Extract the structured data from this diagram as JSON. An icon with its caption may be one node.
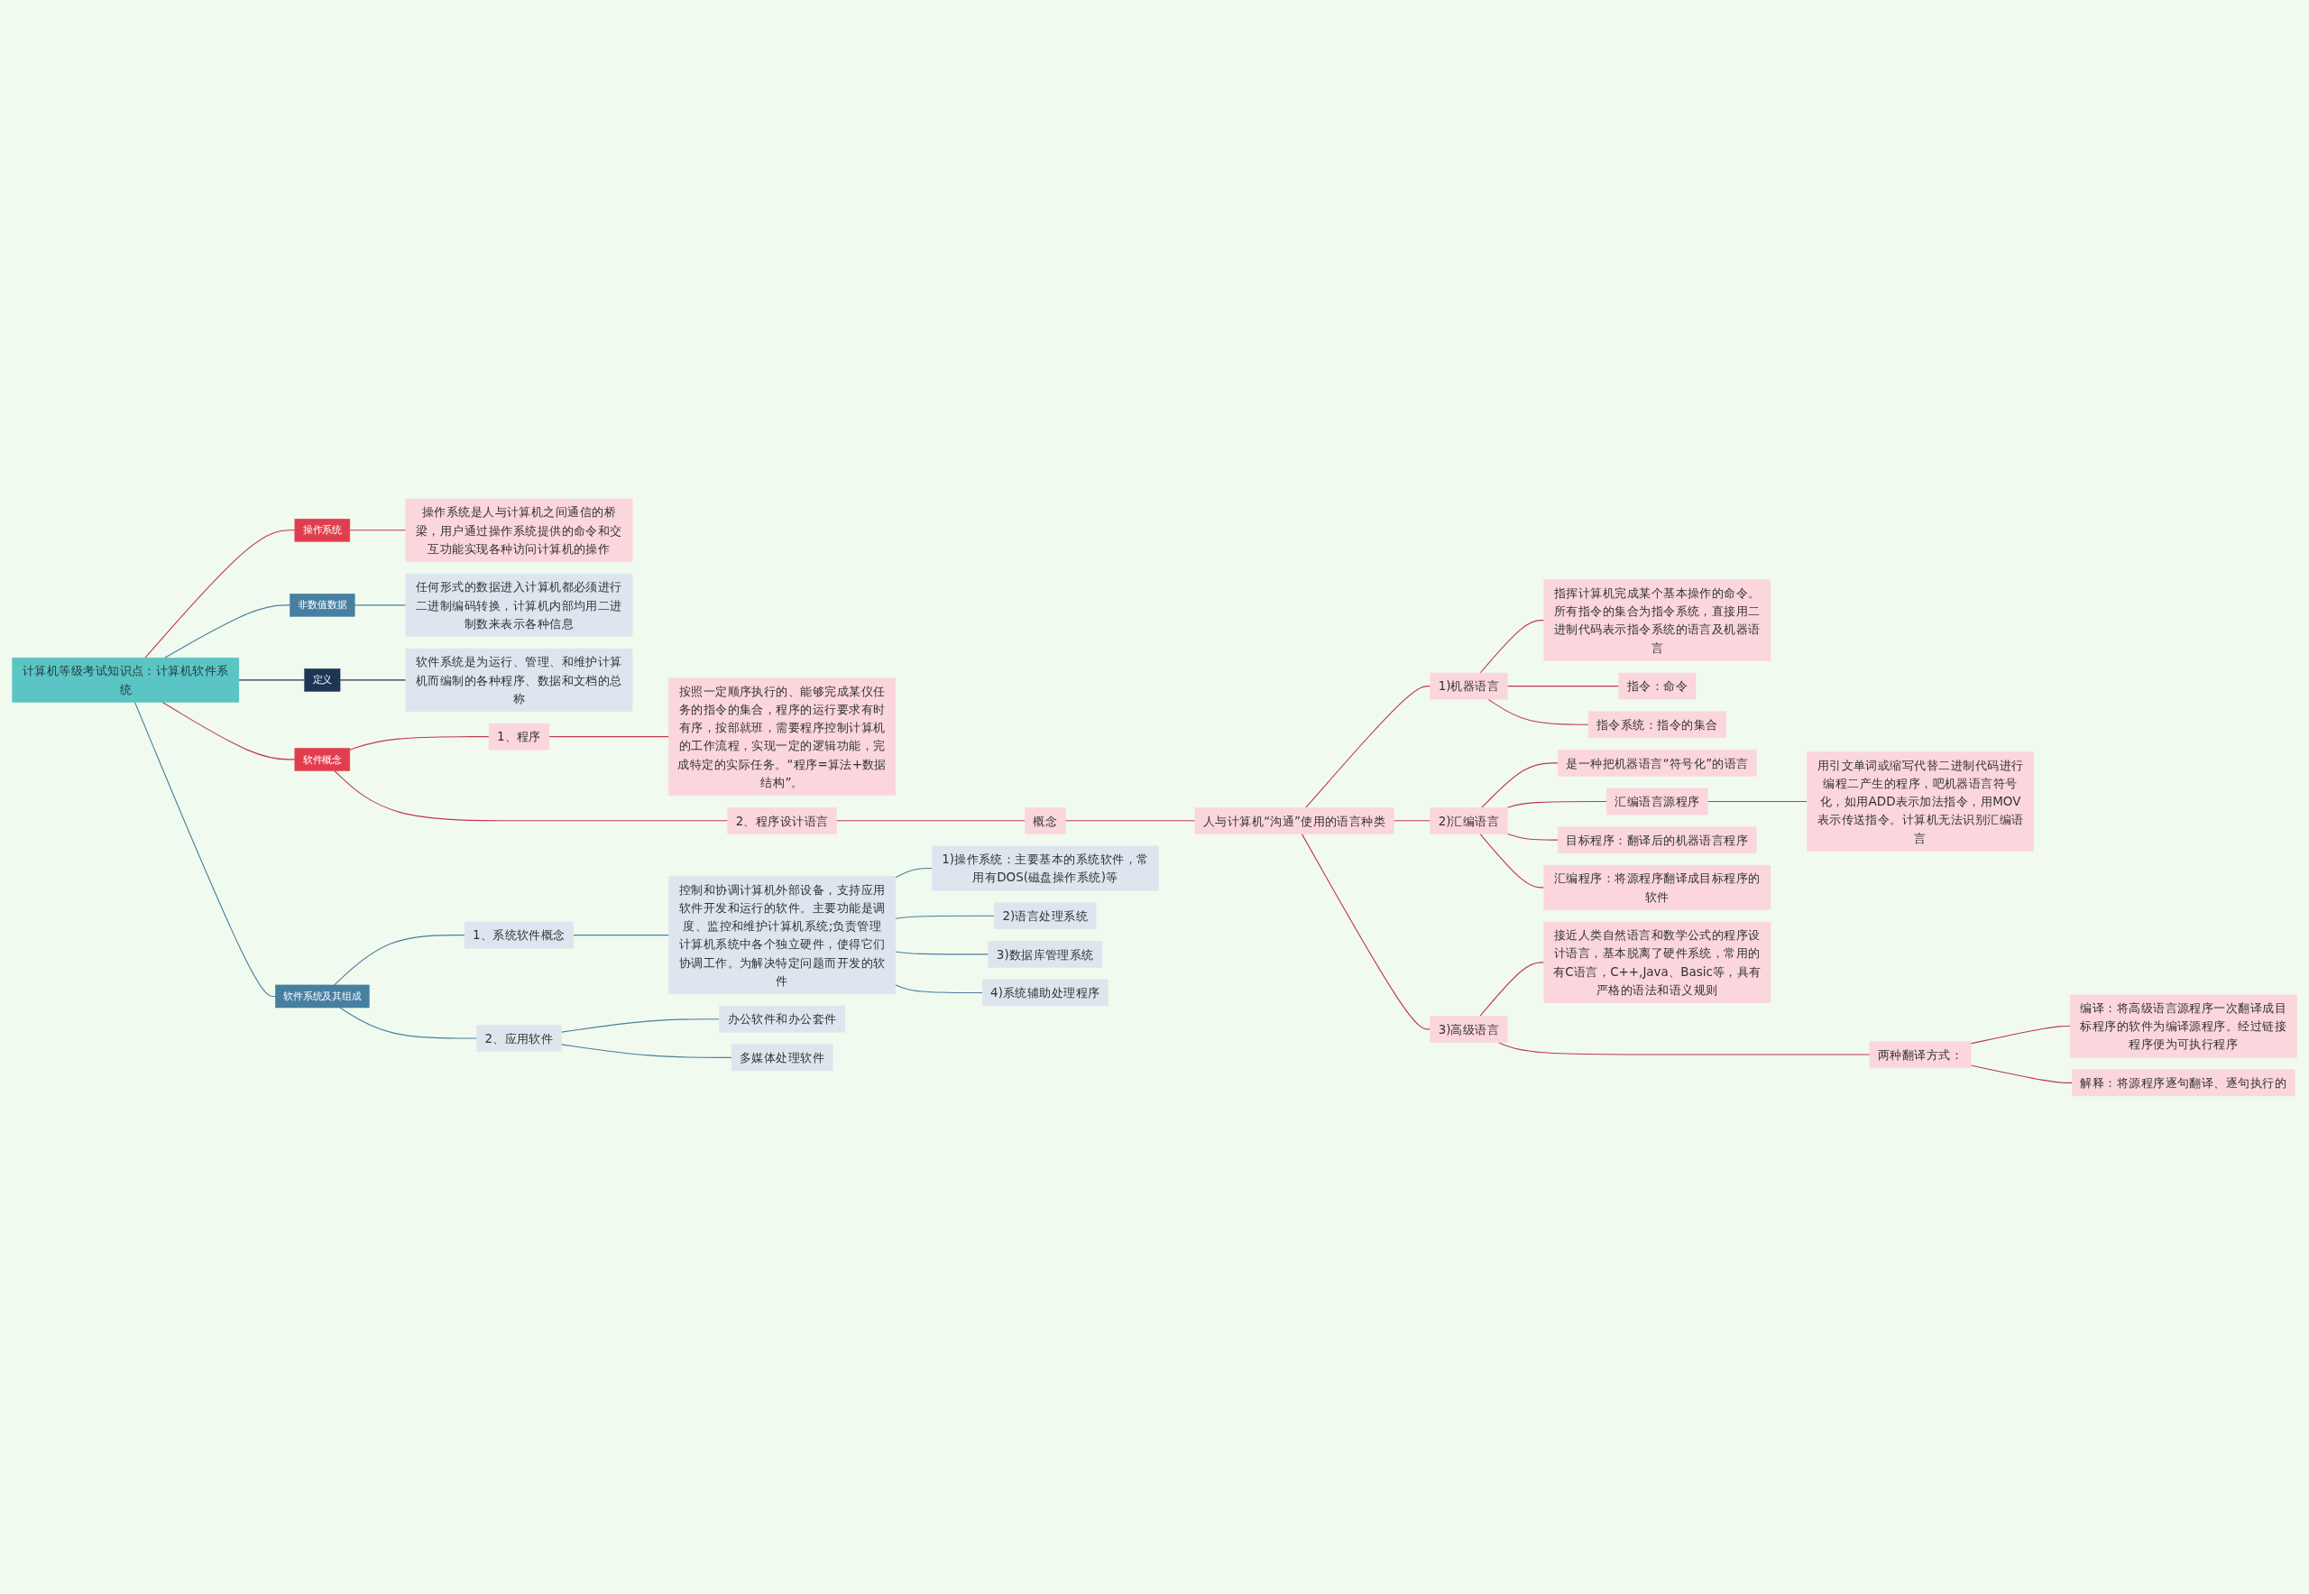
{
  "diagram": {
    "nodes": [
      {
        "text": [
          "计算机等级考试知识点：计算机软件系统"
        ]
      },
      {
        "text": [
          "操作系统"
        ]
      },
      {
        "text": [
          "操作系统是人与计算机之间通信的桥梁，用户通过操作系统提供的命令和交互功能实现各种访问计算机的操作"
        ]
      },
      {
        "text": [
          "非数值数据"
        ]
      },
      {
        "text": [
          "任何形式的数据进入计算机都必须进行二进制编码转换，计算机内部均用二进制数来表示各种信息"
        ]
      },
      {
        "text": [
          "定义"
        ]
      },
      {
        "text": [
          "软件系统是为运行、管理、和维护计算机而编制的各种程序、数据和文档的总称"
        ]
      },
      {
        "text": [
          "软件概念"
        ]
      },
      {
        "text": [
          "1、程序"
        ]
      },
      {
        "text": [
          "按照一定顺序执行的、能够完成某仪任务的指令的集合，程序的运行要求有时有序，按部就班，需要程序控制计算机的工作流程，实现一定的逻辑功能，完成特定的实际任务。“程序=算法+数据结构”。"
        ]
      },
      {
        "text": [
          "2、程序设计语言"
        ]
      },
      {
        "text": [
          "概念"
        ]
      },
      {
        "text": [
          "人与计算机“沟通”使用的语言种类"
        ]
      },
      {
        "text": [
          "1)机器语言"
        ]
      },
      {
        "text": [
          "指挥计算机完成某个基本操作的命令。所有指令的集合为指令系统，直接用二进制代码表示指令系统的语言及机器语言"
        ]
      },
      {
        "text": [
          "指令：命令"
        ]
      },
      {
        "text": [
          "指令系统：指令的集合"
        ]
      },
      {
        "text": [
          "2)汇编语言"
        ]
      },
      {
        "text": [
          "是一种把机器语言“符号化”的语言"
        ]
      },
      {
        "text": [
          "汇编语言源程序"
        ]
      },
      {
        "text": [
          "用引文单词或缩写代替二进制代码进行编程二产生的程序，吧机器语言符号化，如用ADD表示加法指令，用MOV表示传送指令。计算机无法识别汇编语言"
        ]
      },
      {
        "text": [
          "目标程序：翻译后的机器语言程序"
        ]
      },
      {
        "text": [
          "汇编程序：将源程序翻译成目标程序的软件"
        ]
      },
      {
        "text": [
          "3)高级语言"
        ]
      },
      {
        "text": [
          "接近人类自然语言和数学公式的程序设计语言，基本脱离了硬件系统，常用的有C语言，C++,Java、Basic等，具有严格的语法和语义规则"
        ]
      },
      {
        "text": [
          "两种翻译方式："
        ]
      },
      {
        "text": [
          "编译：将高级语言源程序一次翻译成目标程序的软件为编译源程序。经过链接程序便为可执行程序"
        ]
      },
      {
        "text": [
          "解释：将源程序逐句翻译、逐句执行的"
        ]
      },
      {
        "text": [
          "软件系统及其组成"
        ]
      },
      {
        "text": [
          "1、系统软件概念"
        ]
      },
      {
        "text": [
          "控制和协调计算机外部设备，支持应用软件开发和运行的软件。主要功能是调度、监控和维护计算机系统;负责管理计算机系统中各个独立硬件，使得它们协调工作。为解决特定问题而开发的软件"
        ]
      },
      {
        "text": [
          "1)操作系统：主要基本的系统软件，常用有DOS(磁盘操作系统)等"
        ]
      },
      {
        "text": [
          "2)语言处理系统"
        ]
      },
      {
        "text": [
          "3)数据库管理系统"
        ]
      },
      {
        "text": [
          "4)系统辅助处理程序"
        ]
      },
      {
        "text": [
          "2、应用软件"
        ]
      },
      {
        "text": [
          "办公软件和办公套件"
        ]
      },
      {
        "text": [
          "多媒体处理软件"
        ]
      }
    ],
    "edges": [
      {
        "from": 0,
        "to": 1,
        "arrow": "none"
      },
      {
        "from": 1,
        "to": 2,
        "arrow": "none"
      },
      {
        "from": 0,
        "to": 3,
        "arrow": "none",
        "color": "#477fa0"
      },
      {
        "from": 3,
        "to": 4,
        "arrow": "none",
        "color": "#477fa0"
      },
      {
        "from": 0,
        "to": 5,
        "arrow": "none",
        "color": "#1e3556"
      },
      {
        "from": 5,
        "to": 6,
        "arrow": "none",
        "color": "#1e3556"
      },
      {
        "from": 0,
        "to": 7,
        "arrow": "none"
      },
      {
        "from": 7,
        "to": 8,
        "arrow": "none"
      },
      {
        "from": 8,
        "to": 9,
        "arrow": "none"
      },
      {
        "from": 7,
        "to": 10,
        "arrow": "none"
      },
      {
        "from": 10,
        "to": 11,
        "arrow": "none"
      },
      {
        "from": 11,
        "to": 12,
        "arrow": "none"
      },
      {
        "from": 12,
        "to": 13,
        "arrow": "none"
      },
      {
        "from": 13,
        "to": 14,
        "arrow": "none"
      },
      {
        "from": 13,
        "to": 15,
        "arrow": "none"
      },
      {
        "from": 13,
        "to": 16,
        "arrow": "none"
      },
      {
        "from": 12,
        "to": 17,
        "arrow": "none"
      },
      {
        "from": 17,
        "to": 18,
        "arrow": "none"
      },
      {
        "from": 17,
        "to": 19,
        "arrow": "none"
      },
      {
        "from": 19,
        "to": 20,
        "arrow": "none"
      },
      {
        "from": 17,
        "to": 21,
        "arrow": "none"
      },
      {
        "from": 17,
        "to": 22,
        "arrow": "none"
      },
      {
        "from": 12,
        "to": 23,
        "arrow": "none"
      },
      {
        "from": 23,
        "to": 24,
        "arrow": "none"
      },
      {
        "from": 23,
        "to": 25,
        "arrow": "none"
      },
      {
        "from": 25,
        "to": 26,
        "arrow": "none"
      },
      {
        "from": 25,
        "to": 27,
        "arrow": "none"
      },
      {
        "from": 0,
        "to": 28,
        "arrow": "none",
        "color": "#477fa0"
      },
      {
        "from": 28,
        "to": 29,
        "arrow": "none",
        "color": "#477fa0"
      },
      {
        "from": 29,
        "to": 30,
        "arrow": "none",
        "color": "#477fa0"
      },
      {
        "from": 30,
        "to": 31,
        "arrow": "none",
        "color": "#477fa0"
      },
      {
        "from": 30,
        "to": 32,
        "arrow": "none",
        "color": "#477fa0"
      },
      {
        "from": 30,
        "to": 33,
        "arrow": "none",
        "color": "#477fa0"
      },
      {
        "from": 30,
        "to": 34,
        "arrow": "none",
        "color": "#477fa0"
      },
      {
        "from": 28,
        "to": 35,
        "arrow": "none",
        "color": "#477fa0"
      },
      {
        "from": 35,
        "to": 36,
        "arrow": "none",
        "color": "#477fa0"
      },
      {
        "from": 35,
        "to": 37,
        "arrow": "none",
        "color": "#477fa0"
      }
    ]
  }
}
